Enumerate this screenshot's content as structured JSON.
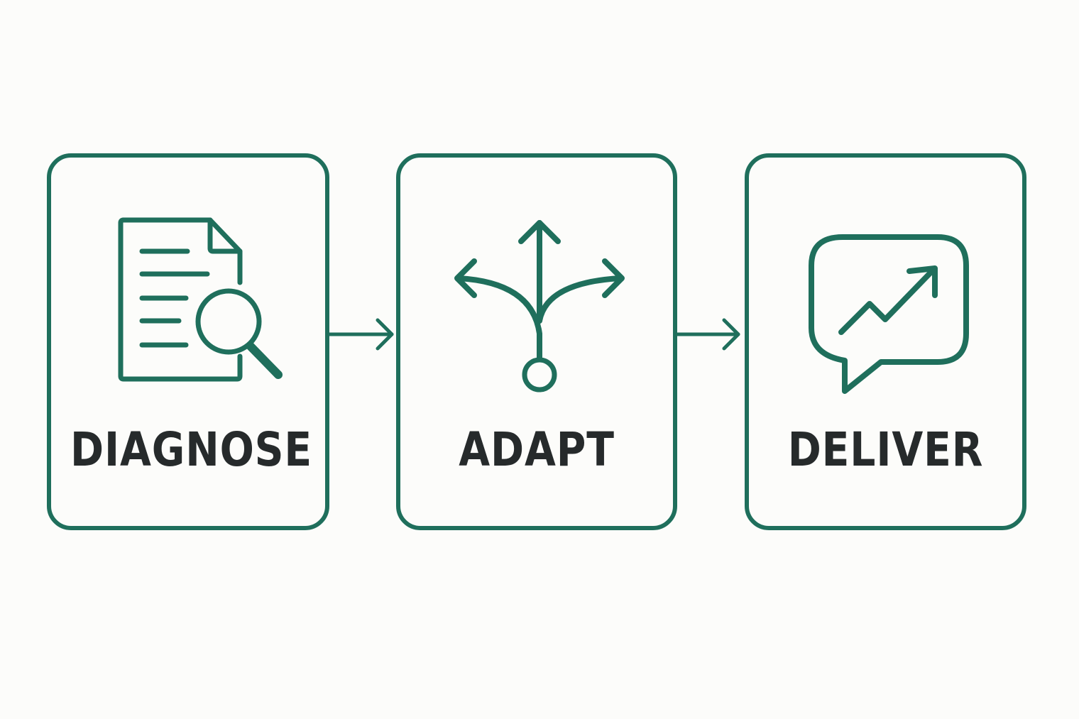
{
  "diagram": {
    "accent_color": "#1f6f5c",
    "text_color": "#262a2b",
    "steps": [
      {
        "label": "DIAGNOSE",
        "icon": "document-search-icon"
      },
      {
        "label": "ADAPT",
        "icon": "branching-arrows-icon"
      },
      {
        "label": "DELIVER",
        "icon": "chat-growth-icon"
      }
    ],
    "connectors": [
      {
        "from": "DIAGNOSE",
        "to": "ADAPT"
      },
      {
        "from": "ADAPT",
        "to": "DELIVER"
      }
    ]
  }
}
